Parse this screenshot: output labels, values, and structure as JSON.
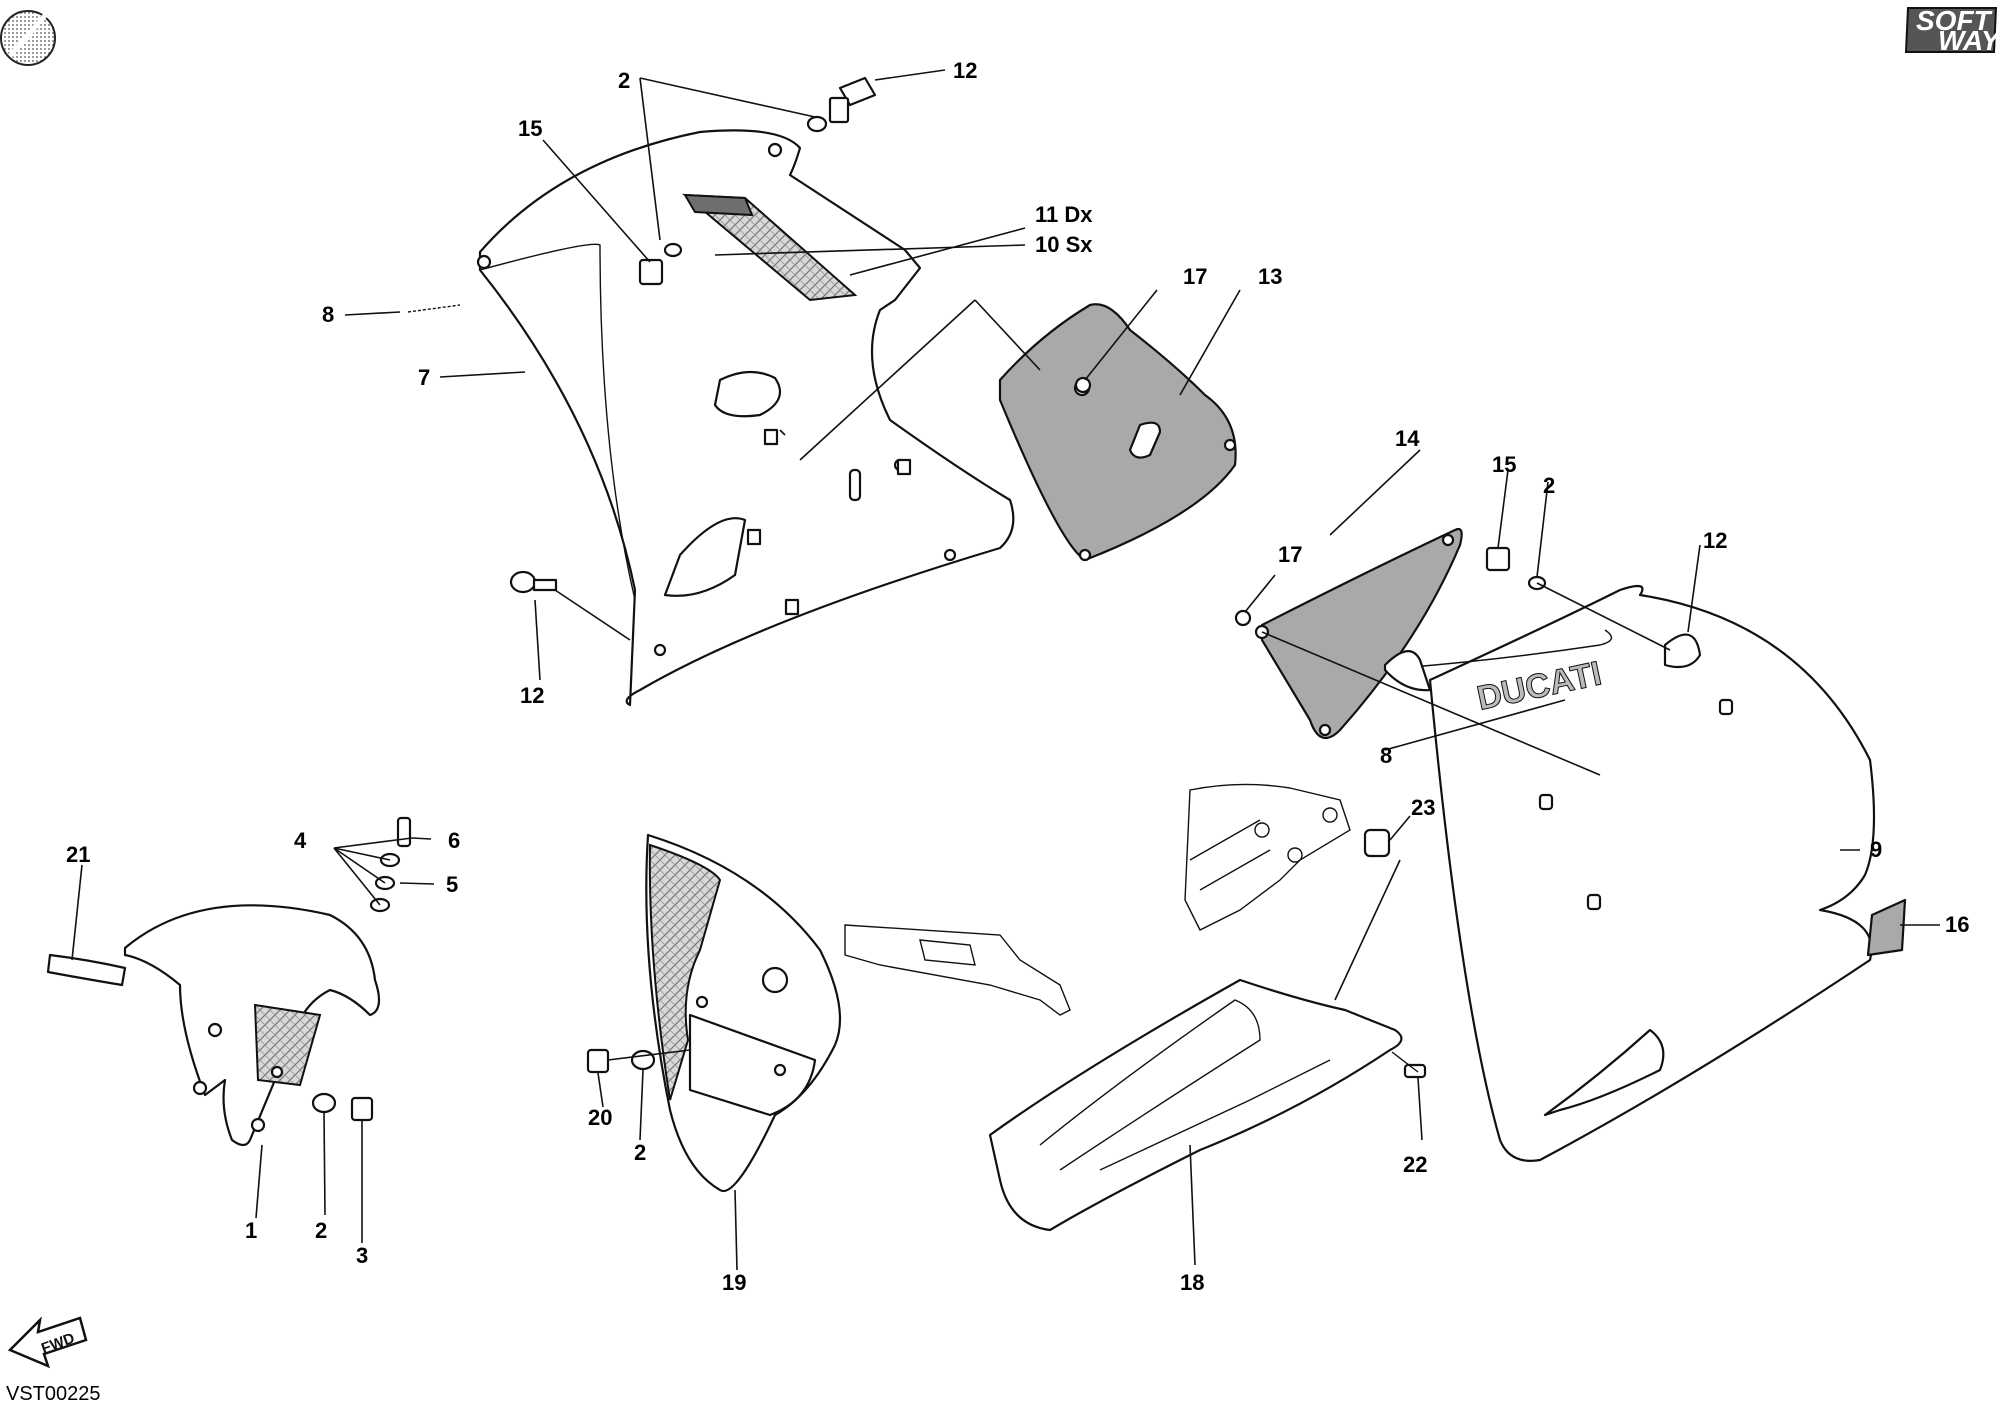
{
  "drawing_code": "VST00225",
  "brand_badge": {
    "line1": "SOFT",
    "line2": "WAY"
  },
  "fwd_label": "FWD",
  "fairing_logo": "DUCATI",
  "callouts": [
    {
      "id": "c-1",
      "text": "1"
    },
    {
      "id": "c-2a",
      "text": "2"
    },
    {
      "id": "c-2b",
      "text": "2"
    },
    {
      "id": "c-2c",
      "text": "2"
    },
    {
      "id": "c-2d",
      "text": "2"
    },
    {
      "id": "c-3",
      "text": "3"
    },
    {
      "id": "c-4",
      "text": "4"
    },
    {
      "id": "c-5",
      "text": "5"
    },
    {
      "id": "c-6",
      "text": "6"
    },
    {
      "id": "c-7",
      "text": "7"
    },
    {
      "id": "c-8a",
      "text": "8"
    },
    {
      "id": "c-8b",
      "text": "8"
    },
    {
      "id": "c-9",
      "text": "9"
    },
    {
      "id": "c-10",
      "text": "10 Sx"
    },
    {
      "id": "c-11",
      "text": "11 Dx"
    },
    {
      "id": "c-12a",
      "text": "12"
    },
    {
      "id": "c-12b",
      "text": "12"
    },
    {
      "id": "c-12c",
      "text": "12"
    },
    {
      "id": "c-13",
      "text": "13"
    },
    {
      "id": "c-14",
      "text": "14"
    },
    {
      "id": "c-15a",
      "text": "15"
    },
    {
      "id": "c-15b",
      "text": "15"
    },
    {
      "id": "c-16",
      "text": "16"
    },
    {
      "id": "c-17a",
      "text": "17"
    },
    {
      "id": "c-17b",
      "text": "17"
    },
    {
      "id": "c-18",
      "text": "18"
    },
    {
      "id": "c-19",
      "text": "19"
    },
    {
      "id": "c-20",
      "text": "20"
    },
    {
      "id": "c-21",
      "text": "21"
    },
    {
      "id": "c-22",
      "text": "22"
    },
    {
      "id": "c-23",
      "text": "23"
    }
  ]
}
